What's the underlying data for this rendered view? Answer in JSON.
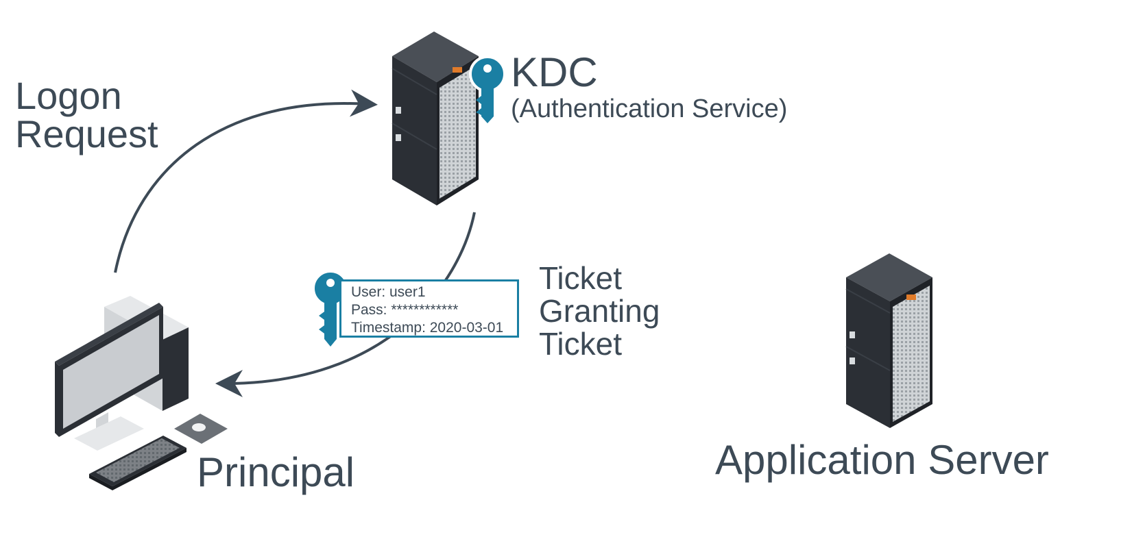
{
  "labels": {
    "logon_line1": "Logon",
    "logon_line2": "Request",
    "kdc_title": "KDC",
    "kdc_subtitle": "(Authentication Service)",
    "tgt_line1": "Ticket",
    "tgt_line2": "Granting",
    "tgt_line3": "Ticket",
    "principal": "Principal",
    "app_server": "Application Server"
  },
  "ticket": {
    "user": "User: user1",
    "pass": "Pass: ************",
    "timestamp": "Timestamp: 2020-03-01"
  },
  "colors": {
    "text": "#3d4a56",
    "arrow": "#3d4a56",
    "key": "#1a7fa3",
    "server_dark": "#2b2f35",
    "server_top": "#4a4f56"
  },
  "icons": [
    "server-icon",
    "key-icon",
    "desktop-computer-icon",
    "keyboard-icon",
    "mouse-icon"
  ]
}
